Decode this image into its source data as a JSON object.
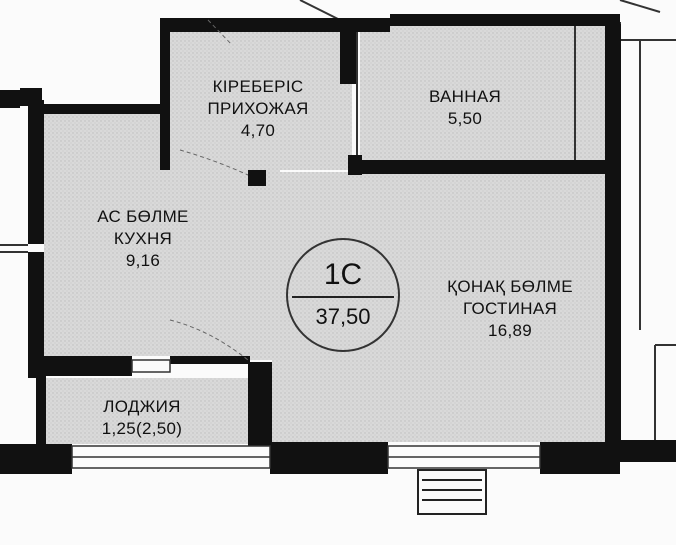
{
  "unit": {
    "code": "1С",
    "total_area": "37,50"
  },
  "rooms": {
    "entrance": {
      "name_kz": "КІРЕБЕРІС",
      "name_ru": "ПРИХОЖАЯ",
      "area": "4,70"
    },
    "bathroom": {
      "name_ru": "ВАННАЯ",
      "area": "5,50"
    },
    "kitchen": {
      "name_kz": "АС БӨЛМЕ",
      "name_ru": "КУХНЯ",
      "area": "9,16"
    },
    "living": {
      "name_kz": "ҚОНАҚ БӨЛМЕ",
      "name_ru": "ГОСТИНАЯ",
      "area": "16,89"
    },
    "loggia": {
      "name_ru": "ЛОДЖИЯ",
      "area": "1,25(2,50)"
    }
  },
  "colors": {
    "wall": "#111111",
    "floor": "#d6d6d6",
    "background": "#fbfbfb",
    "line": "#222222"
  }
}
